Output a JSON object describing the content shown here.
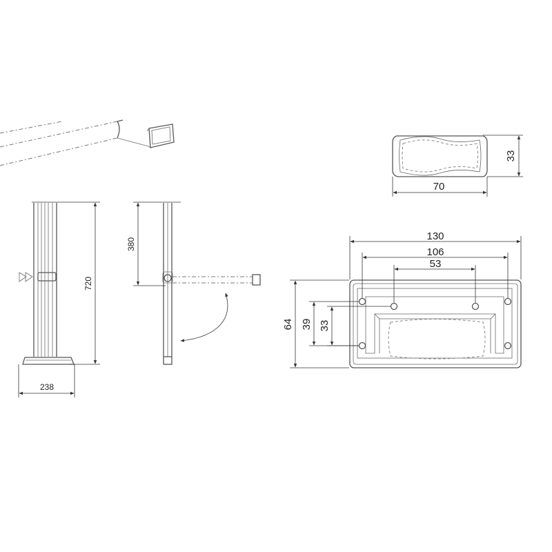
{
  "dimensions": {
    "height_total": "720",
    "base_width": "238",
    "support_height": "380",
    "cap_length": "70",
    "cap_height": "33",
    "plate_width": "130",
    "hole_spacing_outer": "106",
    "hole_spacing_inner": "53",
    "plate_height": "64",
    "hole_vertical_outer": "39",
    "hole_vertical_inner": "33"
  },
  "colors": {
    "line": "#555555",
    "dimension": "#333333",
    "text": "#222222",
    "background": "#ffffff"
  },
  "icons": [
    "double-arrow-marker-icon",
    "rotation-arrow-icon"
  ]
}
